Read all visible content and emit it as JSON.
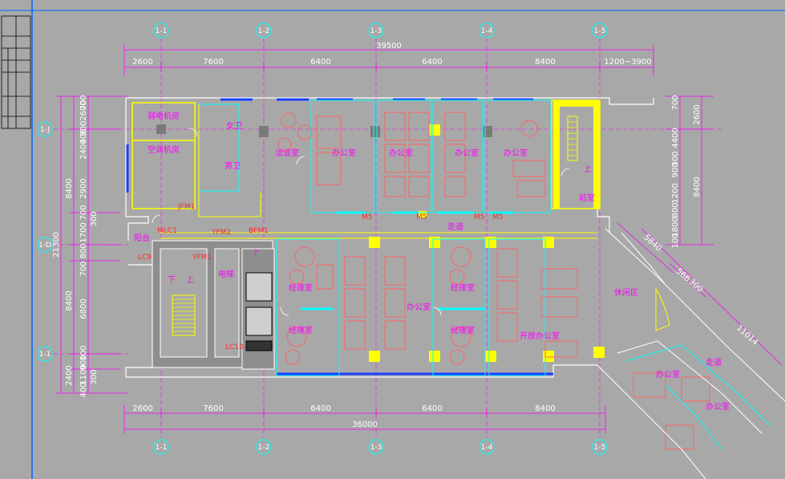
{
  "axes": {
    "top": [
      "1-1",
      "1-2",
      "1-3",
      "1-4",
      "1-5"
    ],
    "left": [
      "1-J",
      "1-D",
      "1-1"
    ]
  },
  "dims": {
    "top_total": "39500",
    "top_segments": [
      "2600",
      "7600",
      "6400",
      "6400",
      "8400",
      "1200~3900"
    ],
    "bottom_total": "36000",
    "bottom_segments": [
      "2600",
      "7600",
      "6400",
      "6400",
      "8400"
    ],
    "left_total": "21300",
    "left_outer": [
      "8400",
      "8400",
      "2400"
    ],
    "left_inner": [
      "2600",
      "900",
      "700",
      "2400",
      "400",
      "2900",
      "300",
      "700",
      "1700",
      "800",
      "700",
      "6800",
      "100",
      "900",
      "1100",
      "300",
      "400"
    ],
    "right_outer": [
      "2600",
      "8400"
    ],
    "right_inner": [
      "700",
      "4400",
      "300",
      "900",
      "1200",
      "800",
      "1800",
      "100"
    ],
    "diag": [
      "5840",
      "566",
      "300",
      "11014"
    ]
  },
  "rooms": {
    "upper_left_a": "弱电机房",
    "upper_left_b": "空调机房",
    "toilet": "女卫",
    "toilet2": "男卫",
    "meeting": "洽谈室",
    "office1": "办公室",
    "office2": "办公室",
    "office3": "办公室",
    "office4": "办公室",
    "stair_note": "前室",
    "corridor": "走道",
    "balcony": "阳台",
    "lift": "电梯",
    "mgr1": "经理室",
    "mgr2": "经理室",
    "mgr3": "经理室",
    "mgr4": "经理室",
    "office5": "办公室",
    "open_office": "开放办公室",
    "rest": "休闲区",
    "corridor2": "走道",
    "office6": "办公室",
    "office7": "办公室",
    "down": "下",
    "up": "上",
    "question": "?"
  },
  "tags": {
    "m5": "M5",
    "jfm1": "JFM1",
    "mlc1": "MLC1",
    "lc9": "LC9",
    "yfm1": "YFM1",
    "yfm2": "YFM2",
    "bfm1": "BFM1",
    "lc10": "LC10"
  },
  "colors": {
    "background": "#a8a8a8",
    "axis": "#00ffff",
    "dimension": "#ff00ff",
    "wall": "#00ffff",
    "furniture": "#ff6464",
    "column": "#ffff00",
    "room_text": "#ff00ff"
  }
}
